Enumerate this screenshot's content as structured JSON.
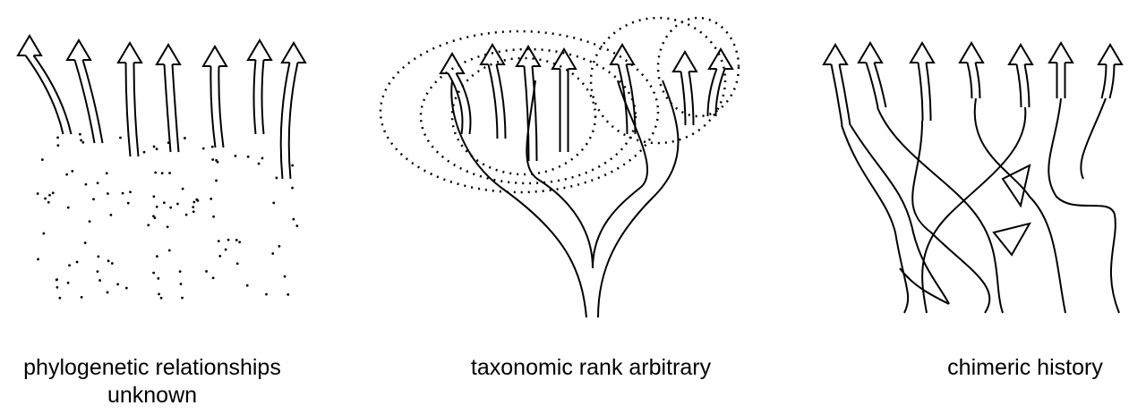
{
  "panels": [
    {
      "id": "unknown",
      "label_line1": "phylogenetic relationships",
      "label_line2": "unknown"
    },
    {
      "id": "rank",
      "label": "taxonomic rank arbitrary"
    },
    {
      "id": "chimeric",
      "label": "chimeric history"
    }
  ],
  "colors": {
    "ink": "#000000",
    "background": "#ffffff"
  }
}
